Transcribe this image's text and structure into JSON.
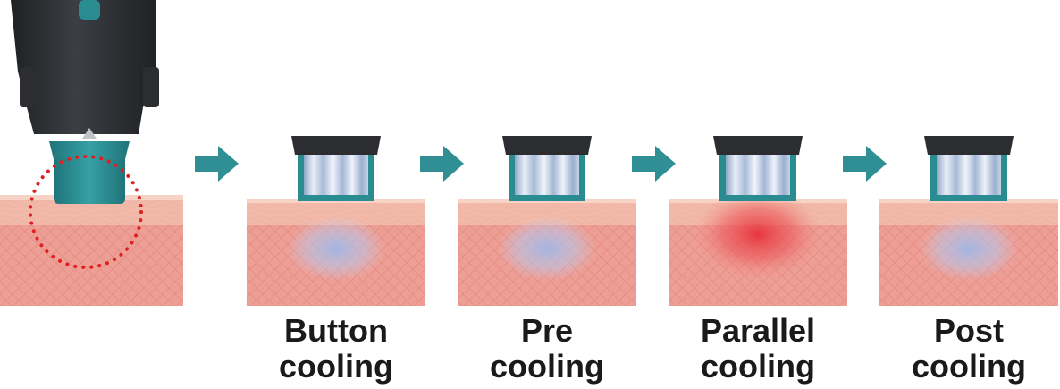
{
  "handpiece": {
    "icon": "cooling-handpiece-icon",
    "marker_color": "#e02020",
    "tip_color": "#2a8c91",
    "body_color": "#2b2d30"
  },
  "steps": [
    {
      "line1": "Button",
      "line2": "cooling",
      "effect": "cool"
    },
    {
      "line1": "Pre",
      "line2": "cooling",
      "effect": "cool"
    },
    {
      "line1": "Parallel",
      "line2": "cooling",
      "effect": "heat"
    },
    {
      "line1": "Post",
      "line2": "cooling",
      "effect": "cool"
    }
  ],
  "colors": {
    "arrow": "#2f8f94",
    "skin_surface": "#f6d3c4",
    "skin_tissue": "#ee9f95",
    "cool_zone": "#9fb6e6",
    "heat_zone": "#e8313a"
  }
}
